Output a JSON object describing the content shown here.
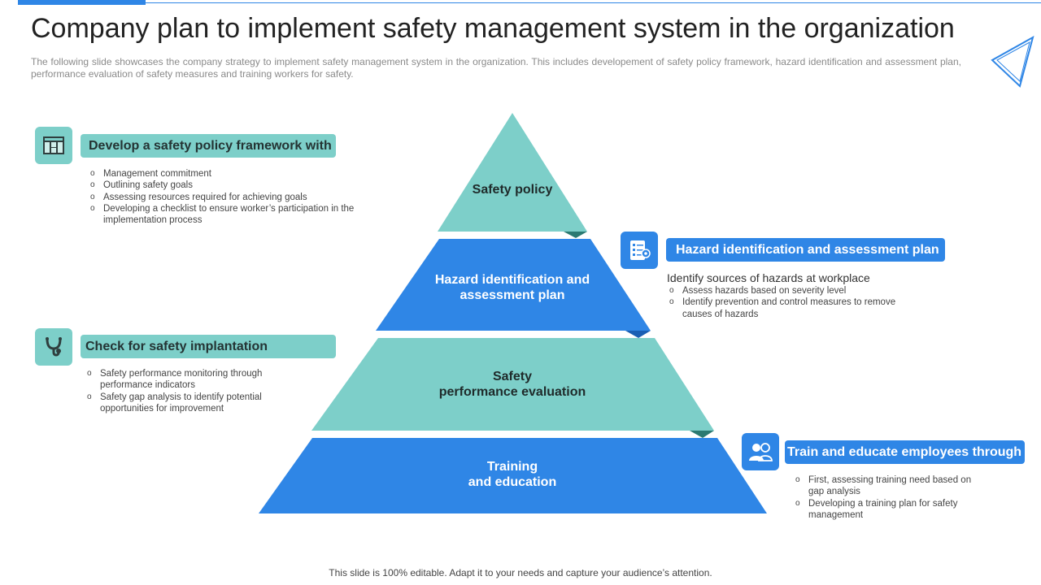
{
  "header": {
    "title": "Company plan to implement safety management system in the organization",
    "subtitle": "The following slide showcases the company strategy to implement safety management system in the organization. This includes developement of safety policy framework, hazard identification and assessment plan, performance evaluation of safety measures and training workers for safety."
  },
  "pyramid": {
    "tiers": [
      {
        "lines": [
          "Safety policy"
        ],
        "color": "#7dcfc9"
      },
      {
        "lines": [
          "Hazard identification and",
          "assessment  plan"
        ],
        "color": "#2f86e6"
      },
      {
        "lines": [
          "Safety",
          "performance evaluation"
        ],
        "color": "#7dcfc9"
      },
      {
        "lines": [
          "Training",
          "and education"
        ],
        "color": "#2f86e6"
      }
    ]
  },
  "panels": {
    "policy": {
      "icon": "document-grid-icon",
      "heading": "Develop a safety policy framework with",
      "bullets": [
        "Management commitment",
        "Outlining safety goals",
        "Assessing resources required for achieving goals",
        "Developing a checklist to ensure worker’s participation in the implementation process"
      ]
    },
    "hazard": {
      "icon": "checklist-icon",
      "heading": "Hazard identification and assessment plan",
      "lead": "Identify  sources of hazards at workplace",
      "bullets": [
        "Assess hazards based on severity level",
        "Identify prevention and control measures to remove causes of hazards"
      ]
    },
    "check": {
      "icon": "stethoscope-icon",
      "heading": "Check for safety implantation",
      "bullets": [
        "Safety performance monitoring through performance indicators",
        "Safety gap analysis to identify potential opportunities for improvement"
      ]
    },
    "training": {
      "icon": "users-icon",
      "heading": "Train and educate employees through",
      "bullets": [
        "First, assessing training need based on gap analysis",
        "Developing a training plan for safety management"
      ]
    }
  },
  "footer": {
    "note": "This slide is 100% editable. Adapt it to your needs and capture your audience’s attention."
  },
  "colors": {
    "teal": "#7dcfc9",
    "blue": "#2f86e6",
    "teal_shadow": "#2b7a72",
    "blue_shadow": "#1a5fb4"
  }
}
